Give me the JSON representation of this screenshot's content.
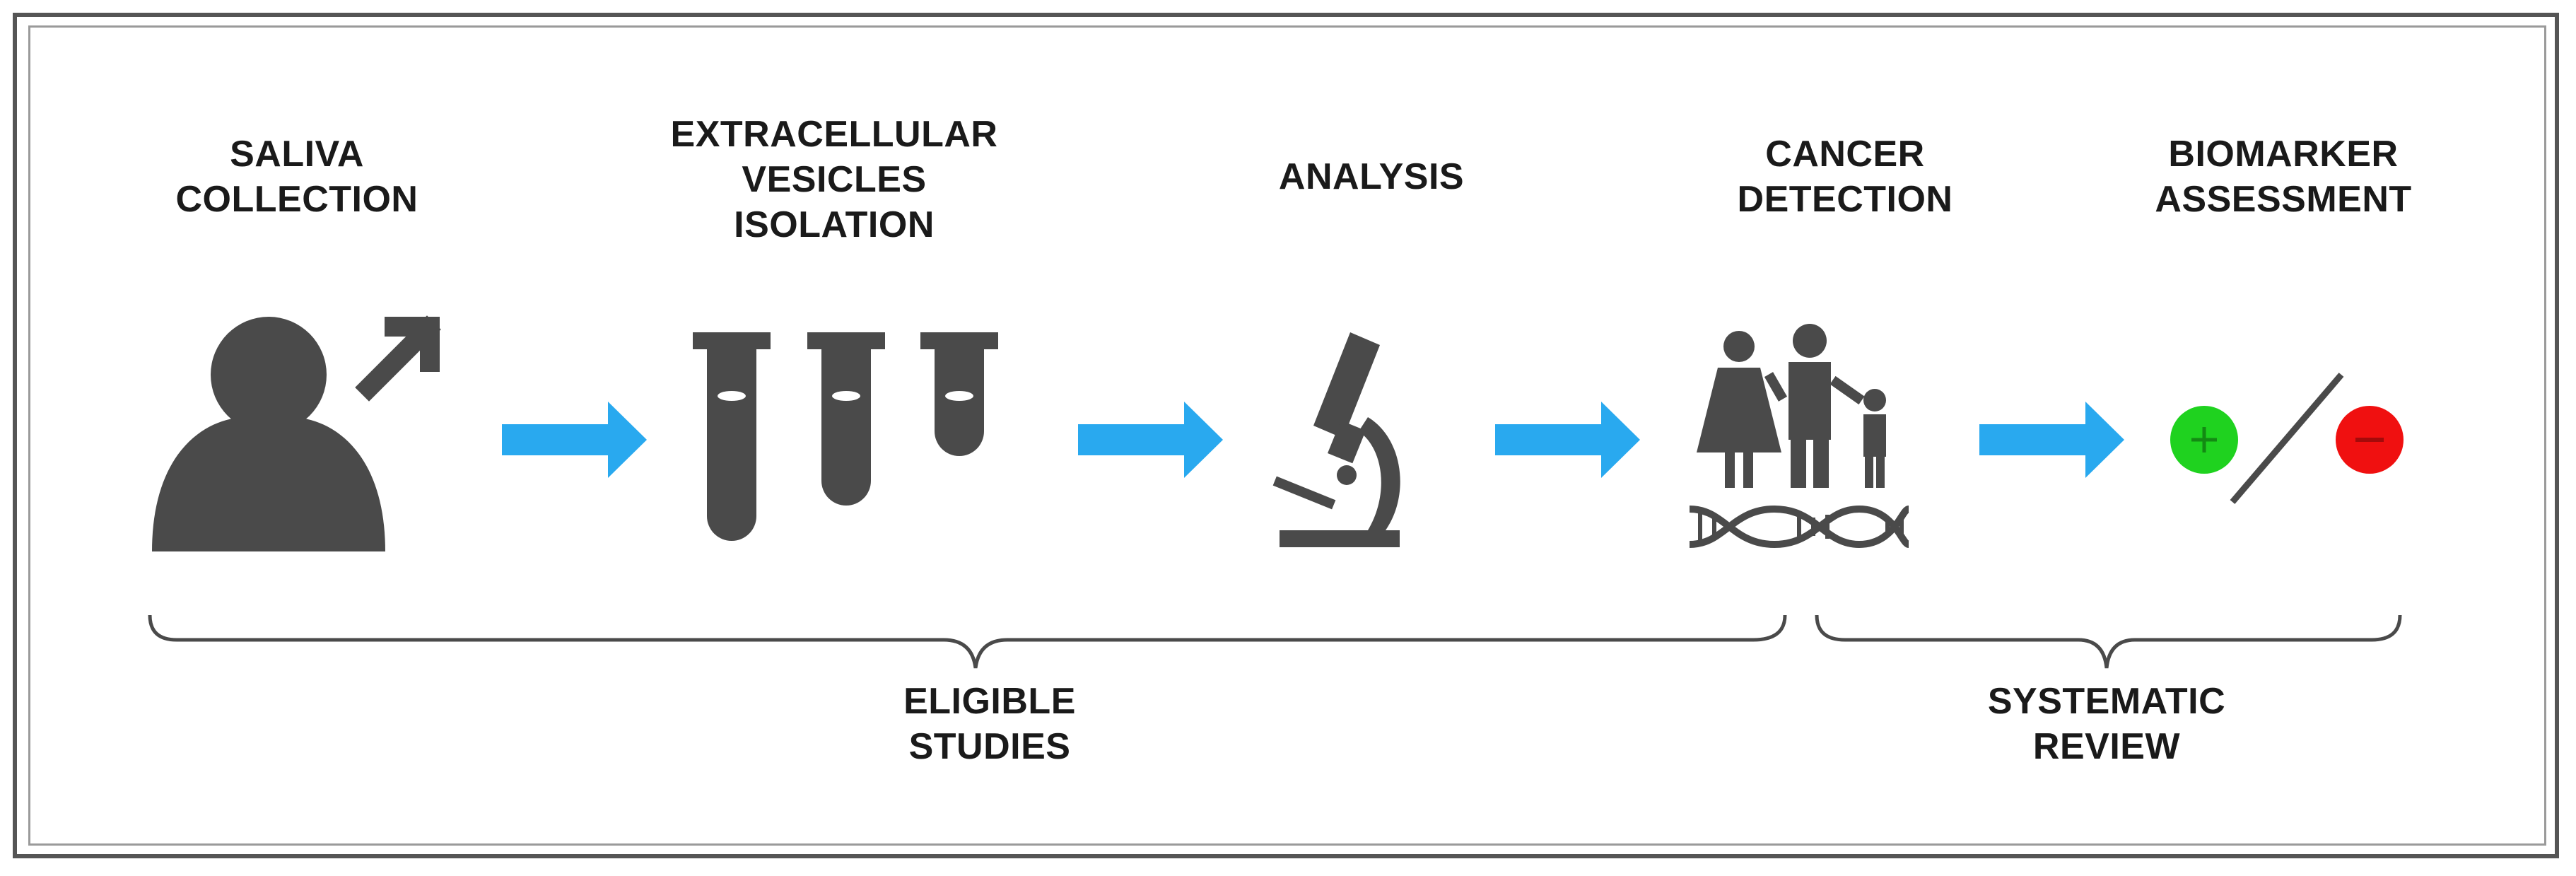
{
  "steps": [
    {
      "line1": "SALIVA",
      "line2": "COLLECTION"
    },
    {
      "line1": "EXTRACELLULAR",
      "line2": "VESICLES",
      "line3": "ISOLATION"
    },
    {
      "line1": "ANALYSIS"
    },
    {
      "line1": "CANCER",
      "line2": "DETECTION"
    },
    {
      "line1": "BIOMARKER",
      "line2": "ASSESSMENT"
    }
  ],
  "groups": {
    "eligible": {
      "line1": "ELIGIBLE",
      "line2": "STUDIES"
    },
    "review": {
      "line1": "SYSTEMATIC",
      "line2": "REVIEW"
    }
  },
  "colors": {
    "icon": "#4a4a4a",
    "arrow": "#29a9ef",
    "positive": "#1fd21f",
    "negative": "#f01010",
    "text": "#1a1a1a"
  },
  "icons": [
    "person-icon",
    "test-tubes-icon",
    "microscope-icon",
    "family-dna-icon",
    "positive-negative-icon"
  ]
}
